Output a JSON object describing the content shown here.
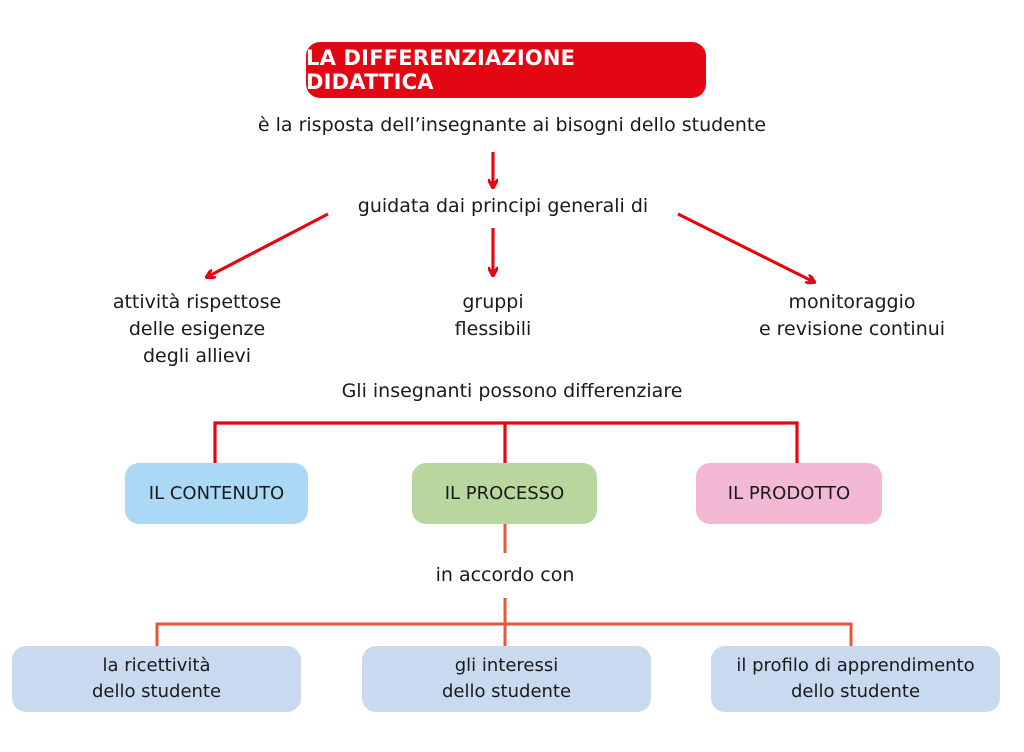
{
  "title": "LA DIFFERENZIAZIONE DIDATTICA",
  "definition": "è la risposta dell’insegnante ai bisogni dello studente",
  "guided_by": "guidata dai principi generali di",
  "principles": [
    {
      "line1": "attività rispettose",
      "line2": "delle esigenze",
      "line3": "degli allievi"
    },
    {
      "line1": "gruppi",
      "line2": "flessibili"
    },
    {
      "line1": "monitoraggio",
      "line2": "e revisione continui"
    }
  ],
  "can_differentiate": "Gli insegnanti possono differenziare",
  "aspects": [
    {
      "label": "IL CONTENUTO"
    },
    {
      "label": "IL PROCESSO"
    },
    {
      "label": "IL PRODOTTO"
    }
  ],
  "according_to": "in accordo con",
  "student_factors": [
    {
      "line1": "la ricettività",
      "line2": "dello studente"
    },
    {
      "line1": "gli interessi",
      "line2": "dello studente"
    },
    {
      "line1": "il profilo di apprendimento",
      "line2": "dello studente"
    }
  ],
  "colors": {
    "accent_red": "#e30613",
    "orange_line": "#e8553a",
    "aspect_blue": "#aad8f5",
    "aspect_green": "#b9d69f",
    "aspect_pink": "#f2b8d4",
    "factor_blue": "#c9d9ef"
  }
}
